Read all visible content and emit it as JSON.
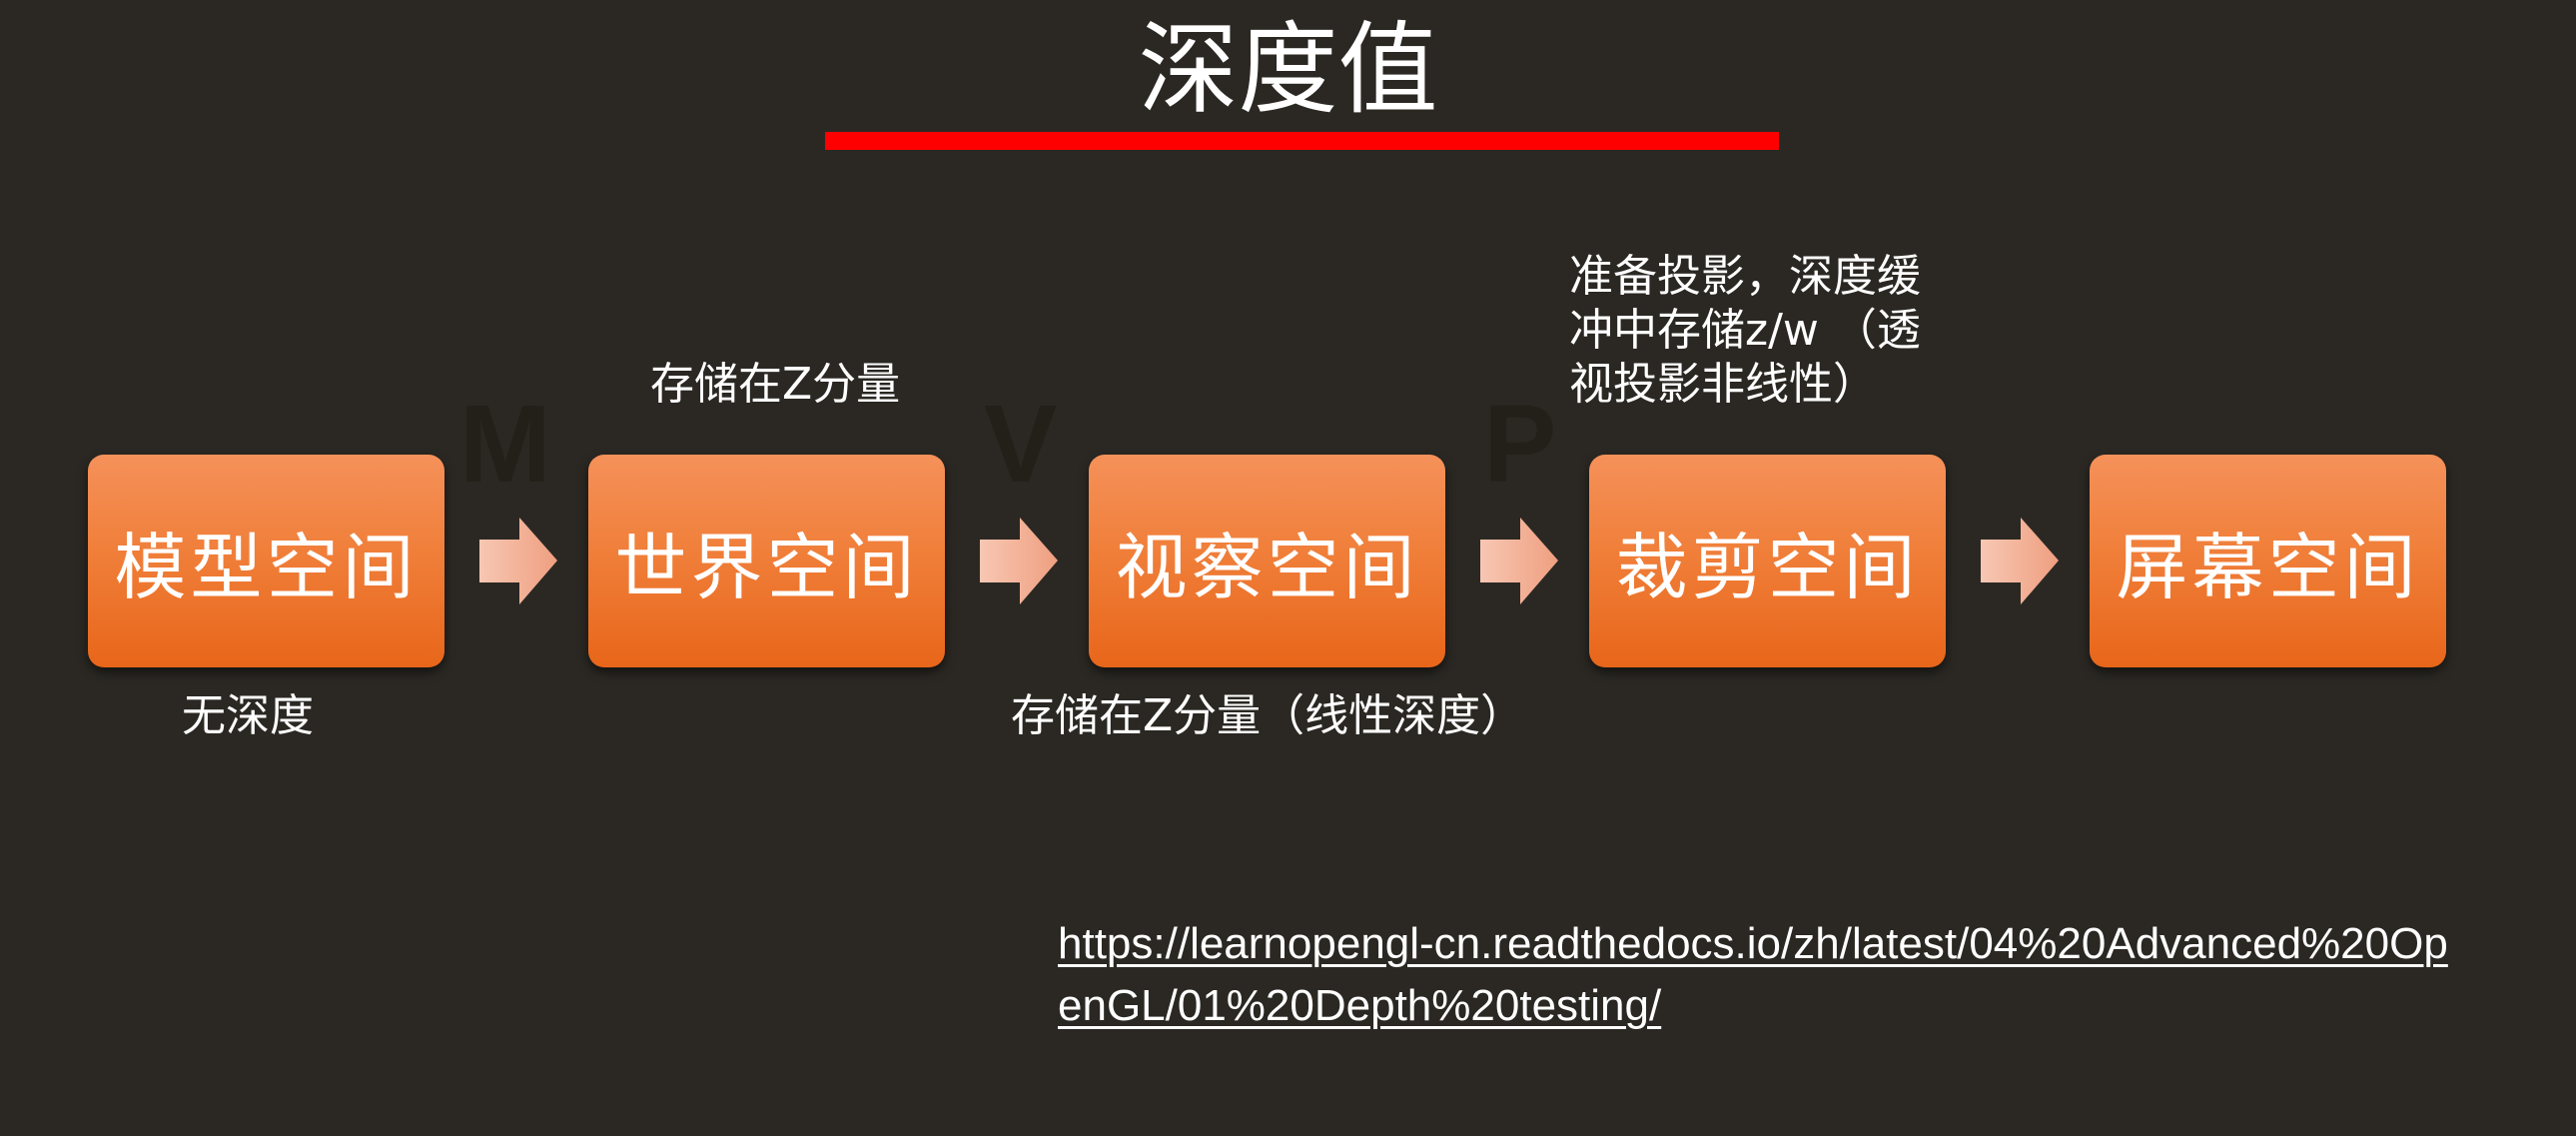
{
  "title": "深度值",
  "spaces": [
    {
      "label": "模型空间"
    },
    {
      "label": "世界空间"
    },
    {
      "label": "视察空间"
    },
    {
      "label": "裁剪空间"
    },
    {
      "label": "屏幕空间"
    }
  ],
  "matrix_letters": [
    "M",
    "V",
    "P"
  ],
  "notes": {
    "model_space": "无深度",
    "world_space": "存储在Z分量",
    "view_space": "存储在Z分量（线性深度）",
    "clip_space": "准备投影，深度缓冲中存储z/w （透视投影非线性）"
  },
  "reference_link": "https://learnopengl-cn.readthedocs.io/zh/latest/04%20Advanced%20OpenGL/01%20Depth%20testing/",
  "colors": {
    "background": "#2b2823",
    "title_rule": "#ff0000",
    "box_top": "#f5915a",
    "box_bottom": "#e8661a",
    "arrow": "#f4b39a"
  }
}
